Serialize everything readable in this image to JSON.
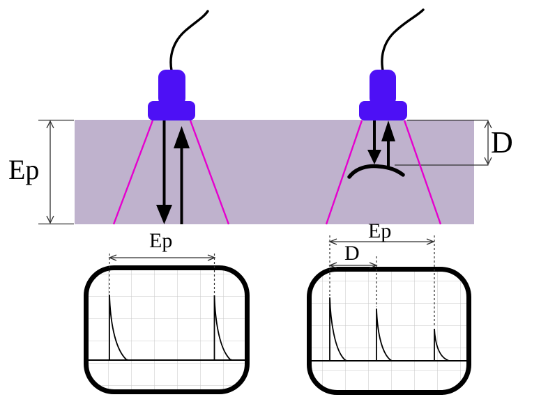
{
  "labels": {
    "block_thickness": "Ep",
    "defect_depth": "D",
    "scope_left_interval": "Ep",
    "scope_right_interval_ep": "Ep",
    "scope_right_interval_d": "D"
  },
  "colors": {
    "probe": "#4D10F5",
    "block": "#BFB2CD",
    "beam": "#E500CE",
    "trace": "#000000",
    "grid": "#C6C6C6",
    "dimension": "#2F2F2F",
    "background": "#FFFFFF"
  },
  "scopes": {
    "left": {
      "echoes": [
        {
          "position_div": 1.0,
          "amplitude": 1.0
        },
        {
          "position_div": 5.6,
          "amplitude": 1.0
        }
      ],
      "interval_label": "Ep"
    },
    "right": {
      "echoes": [
        {
          "position_div": 0.9,
          "amplitude": 1.0
        },
        {
          "position_div": 2.9,
          "amplitude": 0.82
        },
        {
          "position_div": 5.4,
          "amplitude": 0.5
        }
      ],
      "interval_labels": [
        "Ep",
        "D"
      ]
    }
  }
}
